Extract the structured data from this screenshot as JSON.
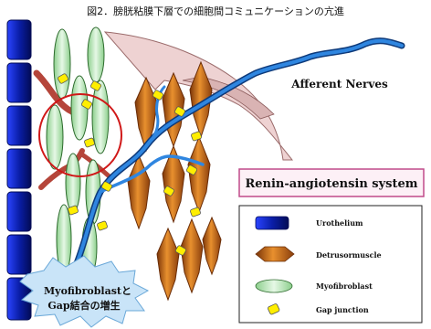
{
  "figure": {
    "title": "図2．膀胱粘膜下層での細胞間コミュニケーションの亢進"
  },
  "labels": {
    "afferent_nerves": "Afferent Nerves",
    "ras": "Renin-angiotensin system",
    "burst_line1": "Myofibroblastと",
    "burst_line2": "Gap結合の増生"
  },
  "legend": {
    "urothelium": "Urothelium",
    "detrusor": "Detrusormuscle",
    "myofibroblast": "Myofibroblast",
    "gap_junction": "Gap junction"
  },
  "colors": {
    "urothelium": "#0a1ea8",
    "detrusor": "#c8661a",
    "myofibroblast": "#bfe6bf",
    "gap_junction": "#ffee00",
    "nerve": "#1e6fc4",
    "vessel": "#b5453a",
    "ras_box_border": "#c04a8a",
    "ras_box_fill": "#fdf0f6",
    "highlight_circle": "#d01818"
  }
}
